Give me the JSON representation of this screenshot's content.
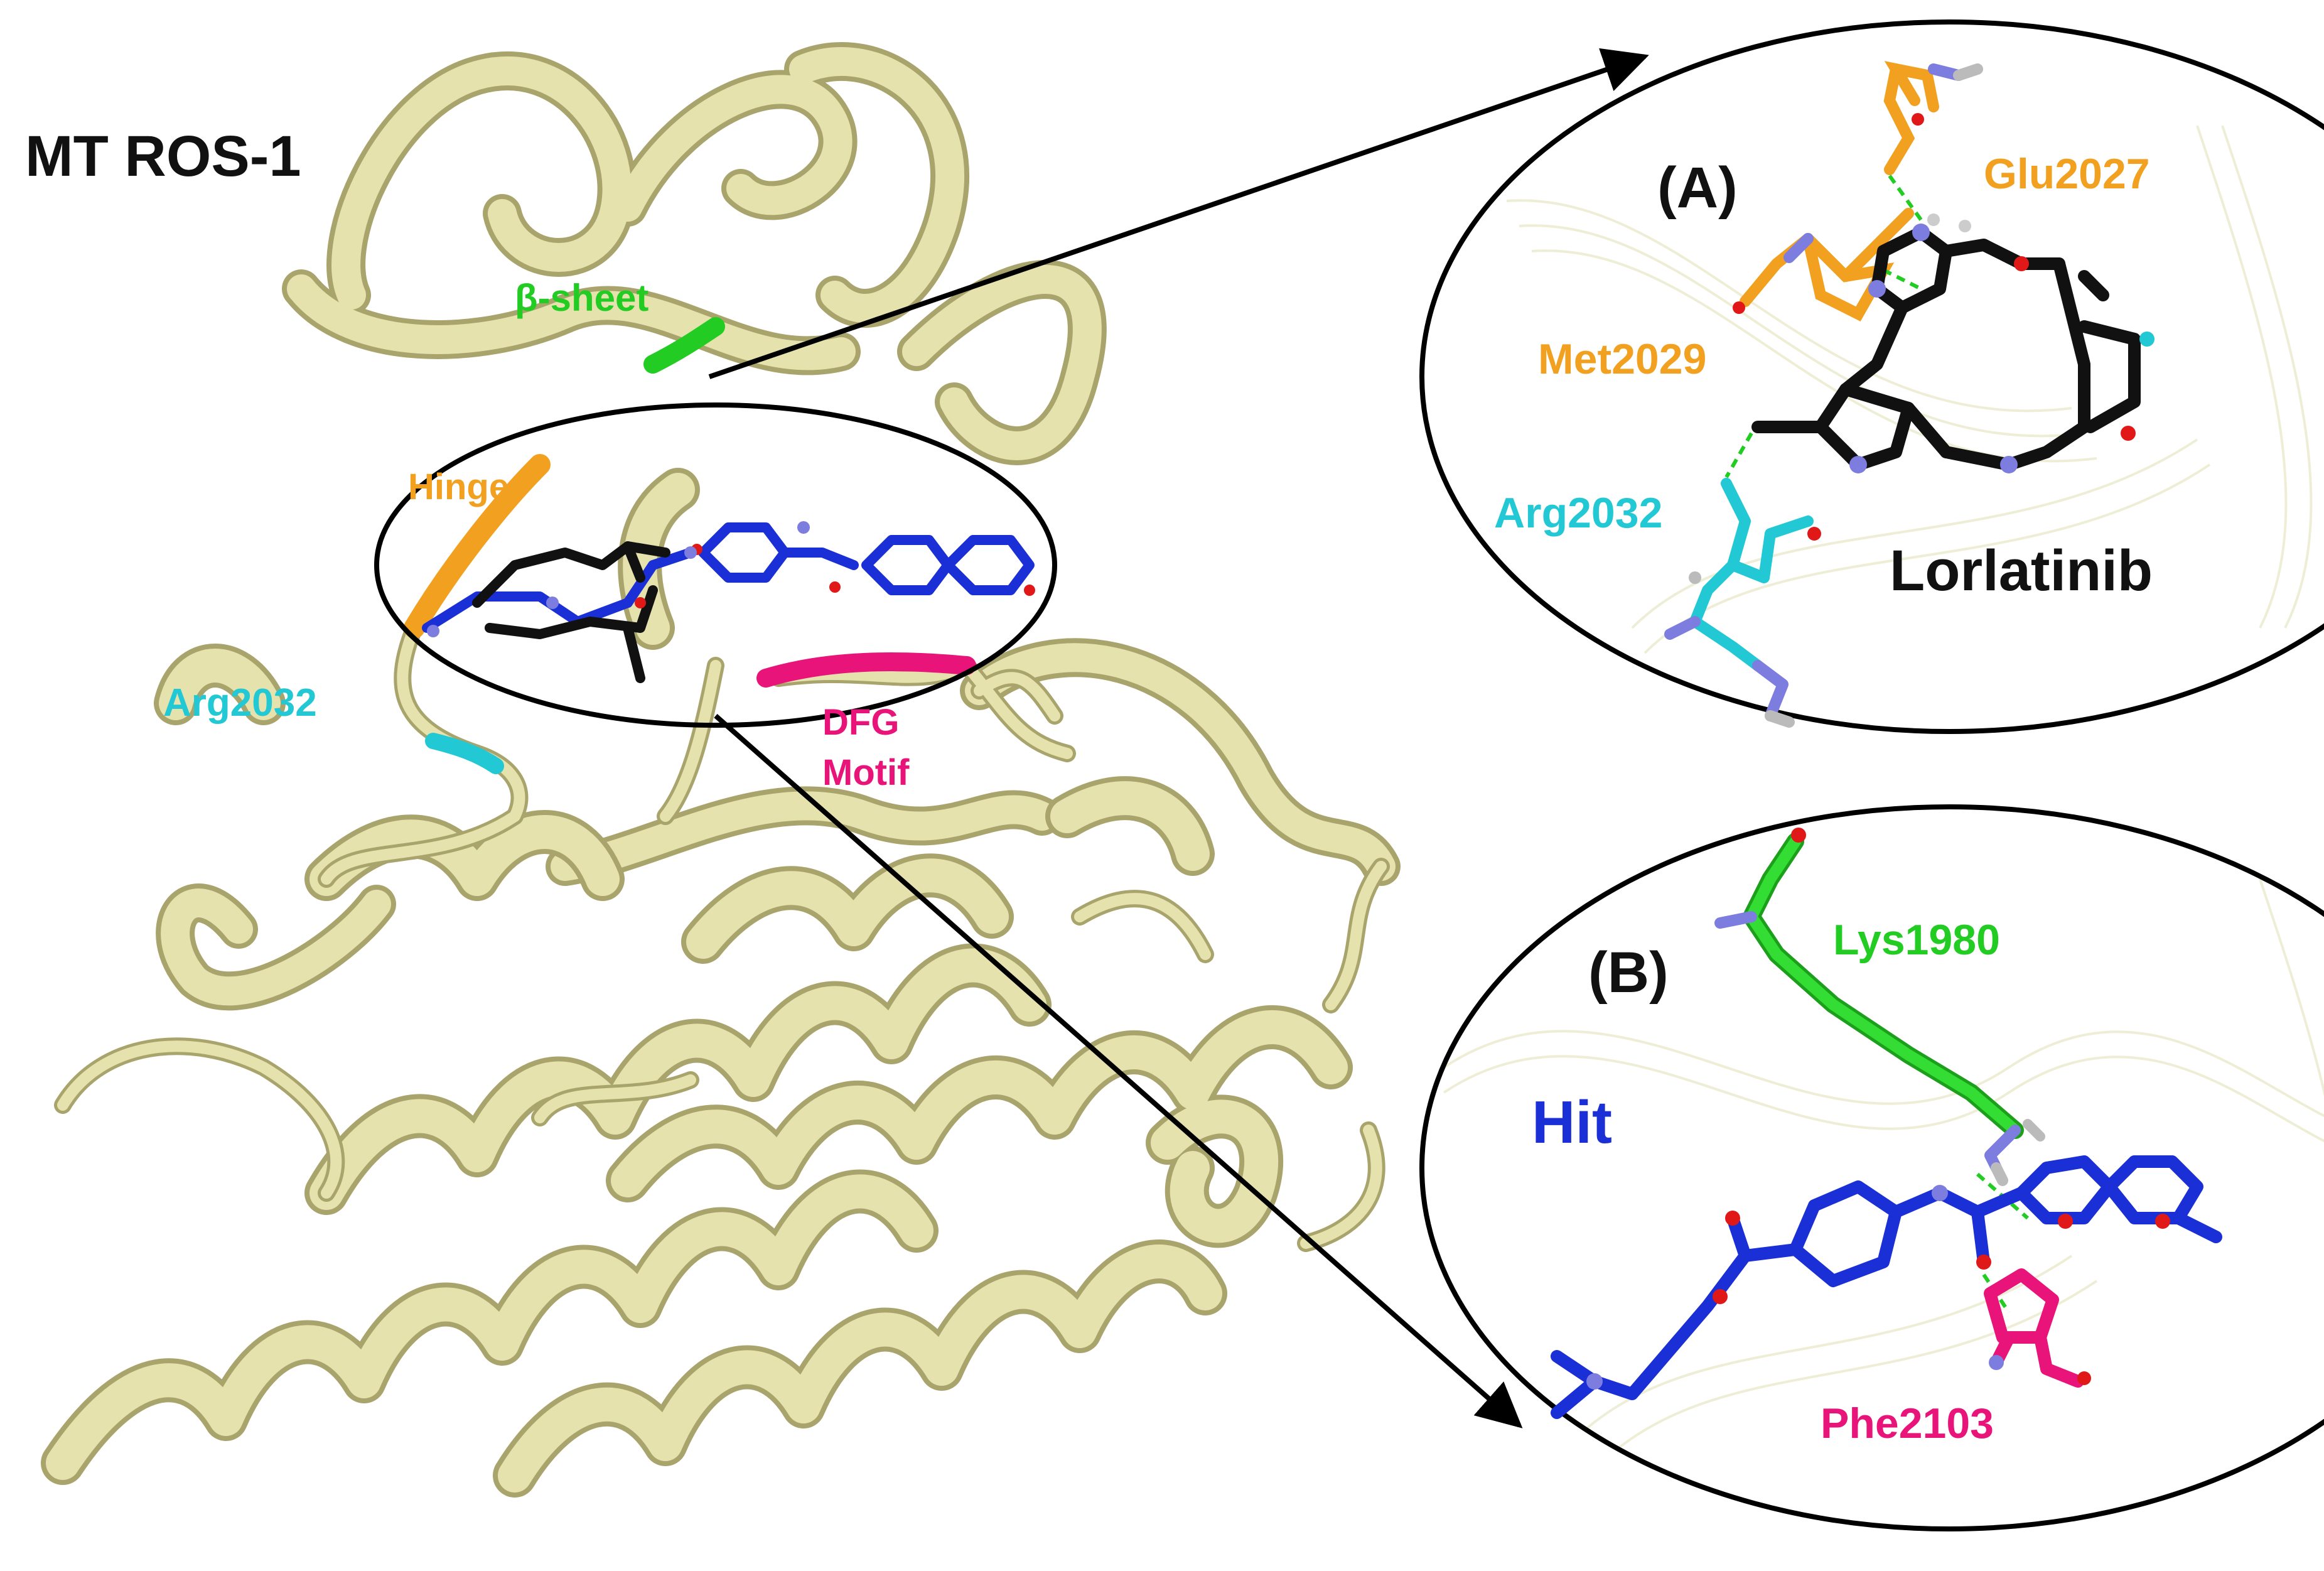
{
  "title": "MT ROS-1",
  "labels": {
    "beta_sheet": "β-sheet",
    "hinge": "Hinge",
    "arg_main": "Arg2032",
    "dfg_line1": "DFG",
    "dfg_line2": "Motif"
  },
  "panel_a": {
    "tag": "(A)",
    "glu": "Glu2027",
    "met": "Met2029",
    "arg": "Arg2032",
    "ligand": "Lorlatinib"
  },
  "panel_b": {
    "tag": "(B)",
    "lys": "Lys1980",
    "hit": "Hit",
    "phe": "Phe2103"
  },
  "colors": {
    "protein": "#e6e2ae",
    "protein_dark": "#b9b47a",
    "beta_sheet": "#22cc22",
    "hinge": "#f2a020",
    "arg": "#22c8d4",
    "dfg": "#e8147a",
    "hit": "#1a2fd6",
    "ligand_black": "#111111",
    "nitrogen": "#7d7de0",
    "oxygen": "#e01818"
  }
}
